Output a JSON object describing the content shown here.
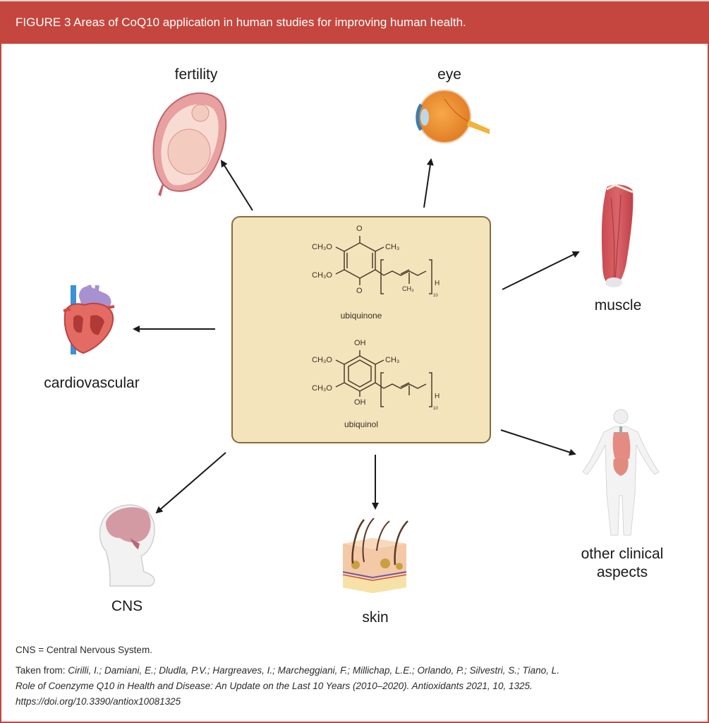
{
  "figure": {
    "title": "FIGURE 3 Areas of CoQ10 application in human studies for improving human health.",
    "header_color": "#c4463e",
    "center_box_color": "#f3e4bc"
  },
  "center": {
    "molecules": [
      {
        "name": "ubiquinone",
        "top_group": "O",
        "bottom_group": "O",
        "substituent_1": "CH₃O",
        "substituent_2": "CH₃O",
        "methyl": "CH₃",
        "chain_methyl": "CH₃",
        "terminal": "H",
        "repeat": "10"
      },
      {
        "name": "ubiquinol",
        "top_group": "OH",
        "bottom_group": "OH",
        "substituent_1": "CH₃O",
        "substituent_2": "CH₃O",
        "methyl": "CH₃",
        "terminal": "H",
        "repeat": "10"
      }
    ]
  },
  "areas": [
    {
      "id": "fertility",
      "label": "fertility",
      "icon": "uterus-fetus-icon"
    },
    {
      "id": "eye",
      "label": "eye",
      "icon": "eye-icon"
    },
    {
      "id": "muscle",
      "label": "muscle",
      "icon": "muscle-icon"
    },
    {
      "id": "cardiovascular",
      "label": "cardiovascular",
      "icon": "heart-icon"
    },
    {
      "id": "other",
      "label_line1": "other clinical",
      "label_line2": "aspects",
      "icon": "human-body-icon"
    },
    {
      "id": "skin",
      "label": "skin",
      "icon": "skin-layers-icon"
    },
    {
      "id": "cns",
      "label": "CNS",
      "icon": "brain-head-icon"
    }
  ],
  "footer": {
    "note": "CNS = Central Nervous System.",
    "source_prefix": "Taken from: ",
    "source_authors": "Cirilli, I.; Damiani, E.; Dludla, P.V.; Hargreaves, I.; Marcheggiani, F.; Millichap, L.E.; Orlando, P.; Silvestri, S.; Tiano, L.",
    "source_title": "Role of Coenzyme Q10 in Health and Disease: An Update on the Last 10 Years (2010–2020). Antioxidants 2021, 10, 1325.",
    "source_doi": "https://doi.org/10.3390/antiox10081325"
  }
}
